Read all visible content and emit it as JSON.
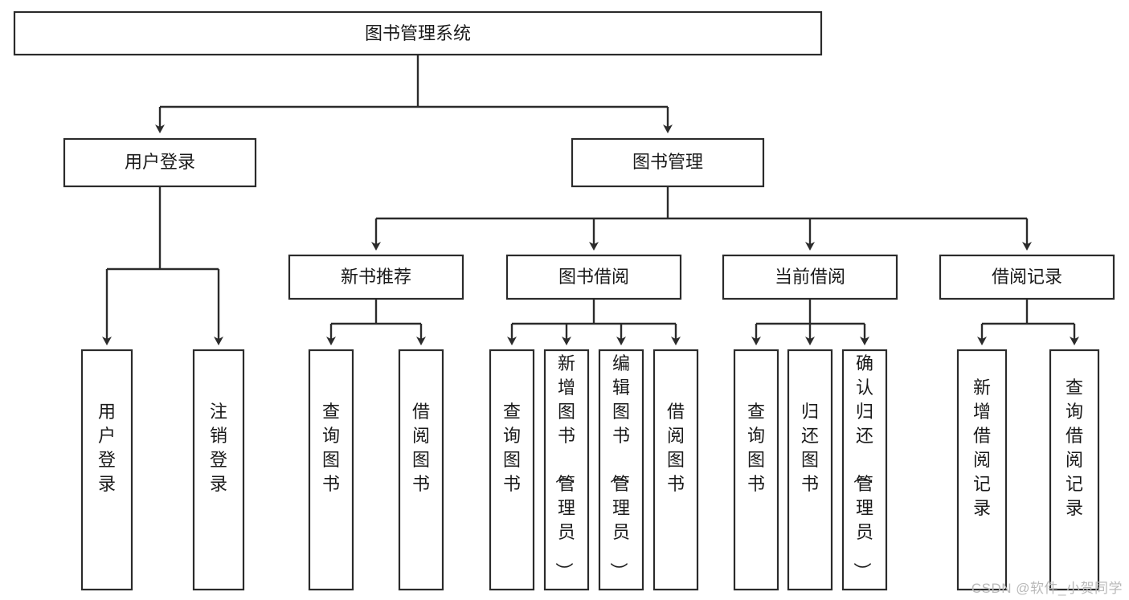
{
  "diagram": {
    "title": "图书管理系统",
    "type": "hierarchy-tree",
    "watermark": "CSDN @软件_小贺同学",
    "colors": {
      "background": "#ffffff",
      "box_fill": "#ffffff",
      "box_stroke": "#2b2b2b",
      "connector": "#2b2b2b",
      "text": "#1a1a1a",
      "watermark": "#b9b9b9"
    },
    "levels": {
      "root": {
        "label": "图书管理系统",
        "orientation": "horizontal"
      },
      "level2": [
        {
          "id": "user-login",
          "label": "用户登录",
          "orientation": "horizontal"
        },
        {
          "id": "book-management",
          "label": "图书管理",
          "orientation": "horizontal"
        }
      ],
      "level3": [
        {
          "id": "new-book-recommend",
          "label": "新书推荐",
          "orientation": "horizontal",
          "parent": "book-management"
        },
        {
          "id": "book-borrow",
          "label": "图书借阅",
          "orientation": "horizontal",
          "parent": "book-management"
        },
        {
          "id": "current-borrow",
          "label": "当前借阅",
          "orientation": "horizontal",
          "parent": "book-management"
        },
        {
          "id": "borrow-record",
          "label": "借阅记录",
          "orientation": "horizontal",
          "parent": "book-management"
        }
      ],
      "leaves": [
        {
          "id": "leaf-user-login",
          "label": "用户登录",
          "orientation": "vertical",
          "parent": "user-login"
        },
        {
          "id": "leaf-logout",
          "label": "注销登录",
          "orientation": "vertical",
          "parent": "user-login"
        },
        {
          "id": "leaf-query-book-1",
          "label": "查询图书",
          "orientation": "vertical",
          "parent": "new-book-recommend"
        },
        {
          "id": "leaf-borrow-book-1",
          "label": "借阅图书",
          "orientation": "vertical",
          "parent": "new-book-recommend"
        },
        {
          "id": "leaf-query-book-2",
          "label": "查询图书",
          "orientation": "vertical",
          "parent": "book-borrow"
        },
        {
          "id": "leaf-add-book",
          "label": "新增图书（管理员）",
          "orientation": "vertical",
          "parent": "book-borrow"
        },
        {
          "id": "leaf-edit-book",
          "label": "编辑图书（管理员）",
          "orientation": "vertical",
          "parent": "book-borrow"
        },
        {
          "id": "leaf-borrow-book-2",
          "label": "借阅图书",
          "orientation": "vertical",
          "parent": "book-borrow"
        },
        {
          "id": "leaf-query-book-3",
          "label": "查询图书",
          "orientation": "vertical",
          "parent": "current-borrow"
        },
        {
          "id": "leaf-return-book",
          "label": "归还图书",
          "orientation": "vertical",
          "parent": "current-borrow"
        },
        {
          "id": "leaf-confirm-return",
          "label": "确认归还（管理员）",
          "orientation": "vertical",
          "parent": "current-borrow"
        },
        {
          "id": "leaf-add-record",
          "label": "新增借阅记录",
          "orientation": "vertical",
          "parent": "borrow-record"
        },
        {
          "id": "leaf-query-record",
          "label": "查询借阅记录",
          "orientation": "vertical",
          "parent": "borrow-record"
        }
      ]
    }
  }
}
